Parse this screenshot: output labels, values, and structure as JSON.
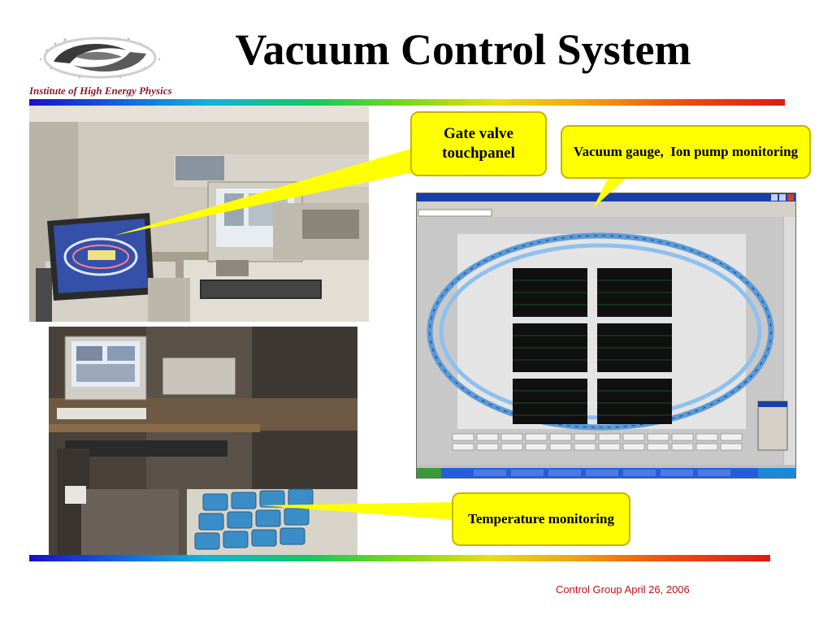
{
  "slide": {
    "title": "Vacuum Control System",
    "institute": "Institute of High Energy Physics",
    "footer": "Control Group April 26, 2006"
  },
  "callouts": {
    "gate_valve": "Gate valve touchpanel",
    "vacuum_gauge": "Vacuum gauge,  Ion pump monitoring",
    "temperature": "Temperature monitoring"
  },
  "colors": {
    "title": "#000000",
    "callout_fill": "#ffff00",
    "footer": "#c0101a",
    "institute": "#8a1a2a"
  }
}
